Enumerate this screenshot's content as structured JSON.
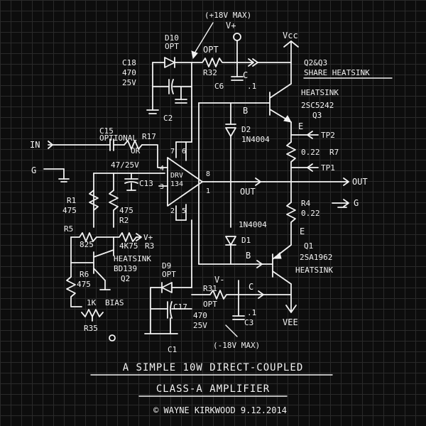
{
  "supply": {
    "vplus_note": "(+18V MAX)",
    "vplus": "V+",
    "vminus_note": "(-18V MAX)",
    "vminus": "V-",
    "vcc": "Vcc",
    "vee": "VEE"
  },
  "input": {
    "in_label": "IN",
    "gnd_label": "G"
  },
  "output": {
    "out_label": "OUT",
    "gnd_label": "G",
    "out_node": "OUT"
  },
  "opamp": {
    "name_line1": "DRV",
    "name_line2": "134",
    "pins": [
      "7",
      "6",
      "4",
      "3",
      "2",
      "5",
      "8",
      "1"
    ]
  },
  "components": {
    "d10": "D10",
    "d10_opt": "OPT",
    "c18": "C18",
    "c18_val1": "470",
    "c18_val2": "25V",
    "c2": "C2",
    "opt_top": "OPT",
    "r32": "R32",
    "c6": "C6",
    "c6_val": ".1",
    "c_top": "C",
    "c15": "C15",
    "c15_note": "OPTIONAL",
    "r17": "R17",
    "r17_note": "OR",
    "c13_val": "47/25V",
    "c13": "C13",
    "r1": "R1",
    "r1_val": "475",
    "r2": "R2",
    "r2_val": "475",
    "r5": "R5",
    "r5_val": "825",
    "r3": "R3",
    "r3_val": "4K75",
    "vplus_r3": "V+",
    "q2_note": "HEATSINK",
    "q2_part": "BD139",
    "q2": "Q2",
    "r6": "R6",
    "r6_val": "475",
    "bias": "BIAS",
    "pot": "1K",
    "pot_ref": "R35",
    "d9": "D9",
    "d9_opt": "OPT",
    "c17": "C17",
    "c17_val1": "470",
    "c17_val2": "25V",
    "c1": "C1",
    "r31": "R31",
    "r31_opt": "OPT",
    "c_bot": "C",
    "c3": "C3",
    "c3_val": ".1",
    "d2": "D2",
    "d2_part": "1N4004",
    "b_top": "B",
    "d1": "D1",
    "d1_part": "1N4004",
    "b_bot": "B",
    "q3_q2_note": "Q2&Q3",
    "share_hs": "SHARE HEATSINK",
    "q3_note": "HEATSINK",
    "q3_part": "2SC5242",
    "q3": "Q3",
    "e_top": "E",
    "tp2": "TP2",
    "r7": "R7",
    "r7_val": "0.22",
    "tp1": "TP1",
    "r4": "R4",
    "r4_val": "0.22",
    "e_bot": "E",
    "q1": "Q1",
    "q1_part": "2SA1962",
    "q1_note": "HEATSINK"
  },
  "title": {
    "line1": "A SIMPLE 10W DIRECT-COUPLED",
    "line2": "CLASS-A AMPLIFIER",
    "credit": "© WAYNE KIRKWOOD 9.12.2014"
  }
}
